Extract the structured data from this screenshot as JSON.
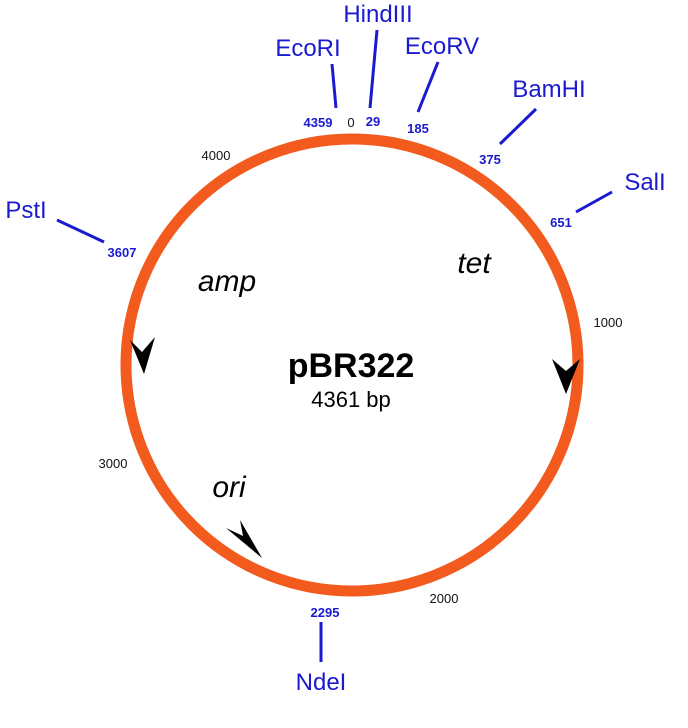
{
  "plasmid": {
    "name": "pBR322",
    "size_label": "4361 bp"
  },
  "colors": {
    "ring": "#f25a1e",
    "sites": "#1a1ad0",
    "arrows": "#000000"
  },
  "scale_labels": [
    "0",
    "1000",
    "2000",
    "3000",
    "4000"
  ],
  "genes": {
    "tet": "tet",
    "amp": "amp",
    "ori": "ori"
  },
  "sites": [
    {
      "enzyme": "EcoRI",
      "position": "4359"
    },
    {
      "enzyme": "HindIII",
      "position": "29"
    },
    {
      "enzyme": "EcoRV",
      "position": "185"
    },
    {
      "enzyme": "BamHI",
      "position": "375"
    },
    {
      "enzyme": "SalI",
      "position": "651"
    },
    {
      "enzyme": "PstI",
      "position": "3607"
    },
    {
      "enzyme": "NdeI",
      "position": "2295"
    }
  ]
}
